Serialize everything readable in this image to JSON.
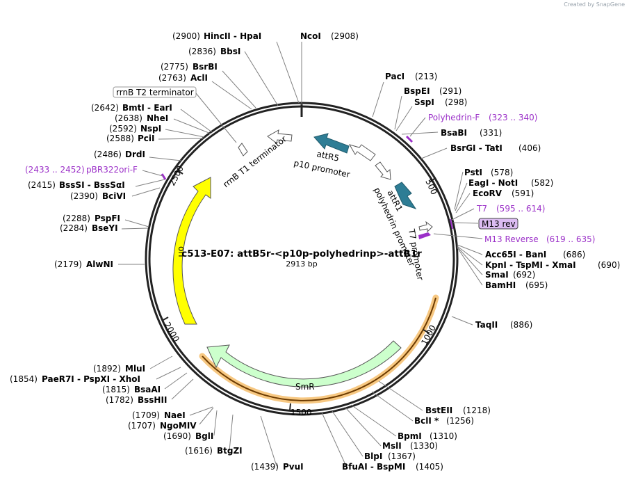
{
  "credit": "Created by SnapGene",
  "plasmid": {
    "name": "c513-E07: attB5r-<p10p-polyhedrinp>-attB1r",
    "size": "2913 bp",
    "length_bp": 2913
  },
  "ticks": [
    "500",
    "1000",
    "1500",
    "2000",
    "2500"
  ],
  "enzymes": [
    {
      "pos": "(2900)",
      "name": "HincII  -  HpaI"
    },
    {
      "pos": "(2908)",
      "name": "NcoI"
    },
    {
      "pos": "(2836)",
      "name": "BbsI"
    },
    {
      "pos": "(2775)",
      "name": "BsrBI"
    },
    {
      "pos": "(2763)",
      "name": "AclI"
    },
    {
      "pos": "(2642)",
      "name": "BmtI  -  EarI"
    },
    {
      "pos": "(2638)",
      "name": "NheI"
    },
    {
      "pos": "(2592)",
      "name": "NspI"
    },
    {
      "pos": "(2588)",
      "name": "PciI"
    },
    {
      "pos": "(2486)",
      "name": "DrdI"
    },
    {
      "pos": "(2415)",
      "name": "BssSI  -  BssSαI"
    },
    {
      "pos": "(2390)",
      "name": "BciVI"
    },
    {
      "pos": "(2288)",
      "name": "PspFI"
    },
    {
      "pos": "(2284)",
      "name": "BseYI"
    },
    {
      "pos": "(2179)",
      "name": "AlwNI"
    },
    {
      "pos": "(1892)",
      "name": "MluI"
    },
    {
      "pos": "(1854)",
      "name": "PaeR7I  -  PspXI  -  XhoI"
    },
    {
      "pos": "(1815)",
      "name": "BsaAI"
    },
    {
      "pos": "(1782)",
      "name": "BssHII"
    },
    {
      "pos": "(1709)",
      "name": "NaeI"
    },
    {
      "pos": "(1707)",
      "name": "NgoMIV"
    },
    {
      "pos": "(1690)",
      "name": "BglI"
    },
    {
      "pos": "(1616)",
      "name": "BtgZI"
    },
    {
      "pos": "(1439)",
      "name": "PvuI"
    },
    {
      "pos": "(213)",
      "name": "PacI"
    },
    {
      "pos": "(291)",
      "name": "BspEI"
    },
    {
      "pos": "(298)",
      "name": "SspI"
    },
    {
      "pos": "(331)",
      "name": "BsaBI"
    },
    {
      "pos": "(406)",
      "name": "BsrGI  -  TatI"
    },
    {
      "pos": "(578)",
      "name": "PstI"
    },
    {
      "pos": "(582)",
      "name": "EagI  -  NotI"
    },
    {
      "pos": "(591)",
      "name": "EcoRV"
    },
    {
      "pos": "(686)",
      "name": "Acc65I  -  BanI"
    },
    {
      "pos": "(690)",
      "name": "KpnI  -  TspMI  -  XmaI"
    },
    {
      "pos": "(692)",
      "name": "SmaI"
    },
    {
      "pos": "(695)",
      "name": "BamHI"
    },
    {
      "pos": "(886)",
      "name": "TaqII"
    },
    {
      "pos": "(1218)",
      "name": "BstEII"
    },
    {
      "pos": "(1256)",
      "name": "BclI *"
    },
    {
      "pos": "(1310)",
      "name": "BpmI"
    },
    {
      "pos": "(1330)",
      "name": "MslI"
    },
    {
      "pos": "(1367)",
      "name": "BlpI"
    },
    {
      "pos": "(1405)",
      "name": "BfuAI  -  BspMI"
    }
  ],
  "primers": [
    {
      "name": "Polyhedrin-F",
      "range": "(323 .. 340)"
    },
    {
      "name": "T7",
      "range": "(595 .. 614)"
    },
    {
      "name": "M13 rev",
      "range": ""
    },
    {
      "name": "M13 Reverse",
      "range": "(619 .. 635)"
    },
    {
      "name": "pBR322ori-F",
      "range": "(2433 .. 2452)"
    }
  ],
  "features": [
    {
      "name": "rrnB T2 terminator"
    },
    {
      "name": "rrnB T1 terminator"
    },
    {
      "name": "attR5"
    },
    {
      "name": "p10 promoter"
    },
    {
      "name": "attR1"
    },
    {
      "name": "polyhedrin promoter"
    },
    {
      "name": "T7 promoter"
    },
    {
      "name": "ori"
    },
    {
      "name": "SmR"
    }
  ],
  "colors": {
    "backbone": "#222222",
    "att_site": "#2e7d95",
    "ori": "#ffff00",
    "smr": "#ccffcc",
    "primer": "#9b30c8",
    "highlight_arc": "#f5c27a",
    "credit_logo": "#5aa0d8"
  }
}
